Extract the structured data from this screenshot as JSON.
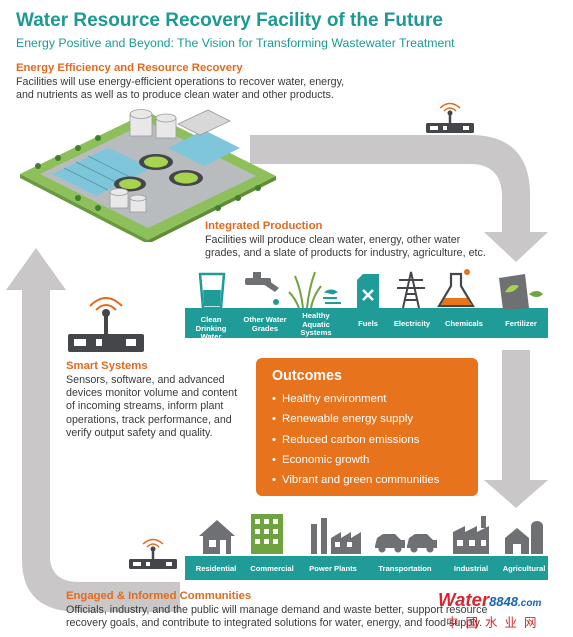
{
  "header": {
    "title": "Water Resource Recovery Facility of the Future",
    "subtitle": "Energy Positive and Beyond: The Vision for Transforming Wastewater Treatment"
  },
  "sections": {
    "energy_efficiency": {
      "heading": "Energy Efficiency and Resource Recovery",
      "lines": [
        "Facilities will use energy-efficient operations to recover water, energy,",
        "and nutrients as well as to produce clean water and other products."
      ]
    },
    "integrated_production": {
      "heading": "Integrated Production",
      "lines": [
        "Facilities will produce clean water, energy, other water",
        "grades, and a slate of products for industry, agriculture, etc."
      ]
    },
    "smart_systems": {
      "heading": "Smart Systems",
      "lines": [
        "Sensors, software, and advanced",
        "devices monitor volume and content",
        "of incoming streams, inform plant",
        "operations, track performance, and",
        "verify output safety and quality."
      ]
    },
    "engaged": {
      "heading": "Engaged & Informed Communities",
      "lines": [
        "Officials, industry, and the public will manage demand and waste better, support resource",
        "recovery goals, and contribute to integrated solutions for water, energy, and food supply."
      ]
    }
  },
  "products": [
    {
      "icon": "water-glass-icon",
      "label": "Clean Drinking Water"
    },
    {
      "icon": "faucet-icon",
      "label": "Other Water Grades"
    },
    {
      "icon": "aquatic-plants-icon",
      "label": "Healthy Aquatic Systems"
    },
    {
      "icon": "fuel-can-icon",
      "label": "Fuels"
    },
    {
      "icon": "power-tower-icon",
      "label": "Electricity"
    },
    {
      "icon": "chemical-flask-icon",
      "label": "Chemicals"
    },
    {
      "icon": "fertilizer-bag-icon",
      "label": "Fertilizer"
    }
  ],
  "outcomes": {
    "title": "Outcomes",
    "items": [
      "Healthy environment",
      "Renewable energy supply",
      "Reduced carbon emissions",
      "Economic growth",
      "Vibrant and green communities"
    ]
  },
  "sectors": [
    {
      "icon": "house-icon",
      "label": "Residential"
    },
    {
      "icon": "office-building-icon",
      "label": "Commercial"
    },
    {
      "icon": "power-plant-icon",
      "label": "Power Plants"
    },
    {
      "icon": "cars-icon",
      "label": "Transportation"
    },
    {
      "icon": "factory-icon",
      "label": "Industrial"
    },
    {
      "icon": "barn-silo-icon",
      "label": "Agricultural"
    }
  ],
  "watermark": {
    "part1": "Water",
    "part2": "8848",
    "part3": ".com",
    "cn": "中国水业网"
  },
  "colors": {
    "teal": "#1f9c97",
    "orange": "#e8731d",
    "heading_orange": "#e36a1e",
    "arrow_gray": "#c9c7c8",
    "dark_gray": "#45464a"
  }
}
